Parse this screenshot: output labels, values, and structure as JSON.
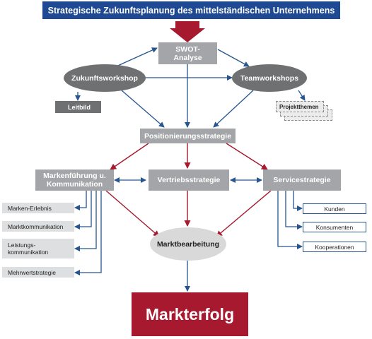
{
  "title": "Strategische Zukunftsplanung des mittelständischen Unternehmens",
  "colors": {
    "title_bg": "#1f4a93",
    "arrow_red": "#a6192e",
    "arrow_blue": "#27558f",
    "box_grey": "#a3a5a8",
    "ellipse_dark": "#6e7072",
    "ellipse_light": "#d9d9d9",
    "result_red": "#a6192e"
  },
  "nodes": {
    "swot": "SWOT-\nAnalyse",
    "zukunftsworkshop": "Zukunftsworkshop",
    "teamworkshops": "Teamworkshops",
    "leitbild": "Leitbild",
    "projektthemen": "Projektthemen",
    "positionierung": "Positionierungsstrategie",
    "markenfuehrung": "Markenführung u.\nKommunikation",
    "vertrieb": "Vertriebsstrategie",
    "service": "Servicestrategie",
    "marktbearbeitung": "Marktbearbeitung",
    "markterfolg": "Markterfolg"
  },
  "left_items": [
    "Marken-Erlebnis",
    "Marktkommunikation",
    "Leistungs-\nkommunikation",
    "Mehrwertstrategie"
  ],
  "right_items": [
    "Kunden",
    "Konsumenten",
    "Kooperationen"
  ]
}
